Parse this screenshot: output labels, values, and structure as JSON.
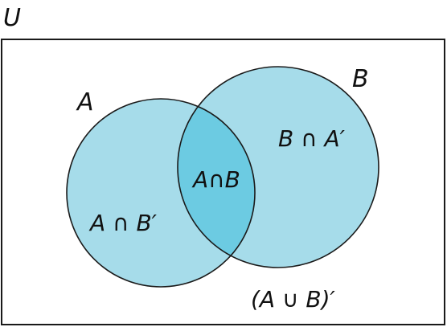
{
  "diagram": {
    "universe_label": "U",
    "set_a_label": "A",
    "set_b_label": "B",
    "regions": {
      "a_only": "A ∩ B′",
      "intersection": "A∩B",
      "b_only": "B ∩ A′",
      "outside": "(A ∪ B)′"
    }
  },
  "colors": {
    "circle_fill": "#a6dcea",
    "intersection_fill": "#6ccbe2",
    "stroke": "#1a1a1a",
    "background": "#ffffff"
  }
}
